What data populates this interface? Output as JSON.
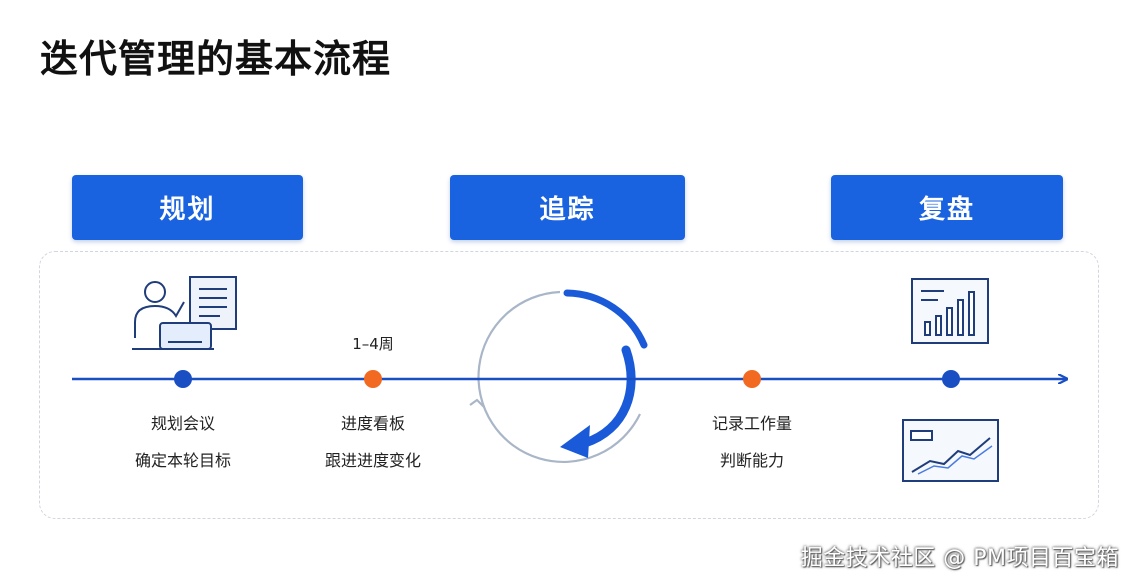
{
  "title": "迭代管理的基本流程",
  "stages": {
    "plan": "规划",
    "track": "追踪",
    "review": "复盘"
  },
  "timeline": {
    "duration_label": "1–4周",
    "points": [
      {
        "lines": [
          "规划会议",
          "确定本轮目标"
        ],
        "color": "#1a4fc4"
      },
      {
        "lines": [
          "进度看板",
          "跟进进度变化"
        ],
        "color": "#f26a21"
      },
      {
        "lines": [
          "记录工作量",
          "判断能力"
        ],
        "color": "#f26a21"
      },
      {
        "lines": [],
        "color": "#1a4fc4"
      }
    ]
  },
  "icons": [
    "person-at-desk-icon",
    "bar-chart-icon",
    "trend-chart-icon",
    "cycle-arrows-icon"
  ],
  "colors": {
    "accent_blue": "#1a63e0",
    "line_blue": "#1a4fc4",
    "orange": "#f26a21",
    "gray_arc": "#a9b6c8"
  },
  "watermark": "掘金技术社区 @ PM项目百宝箱"
}
